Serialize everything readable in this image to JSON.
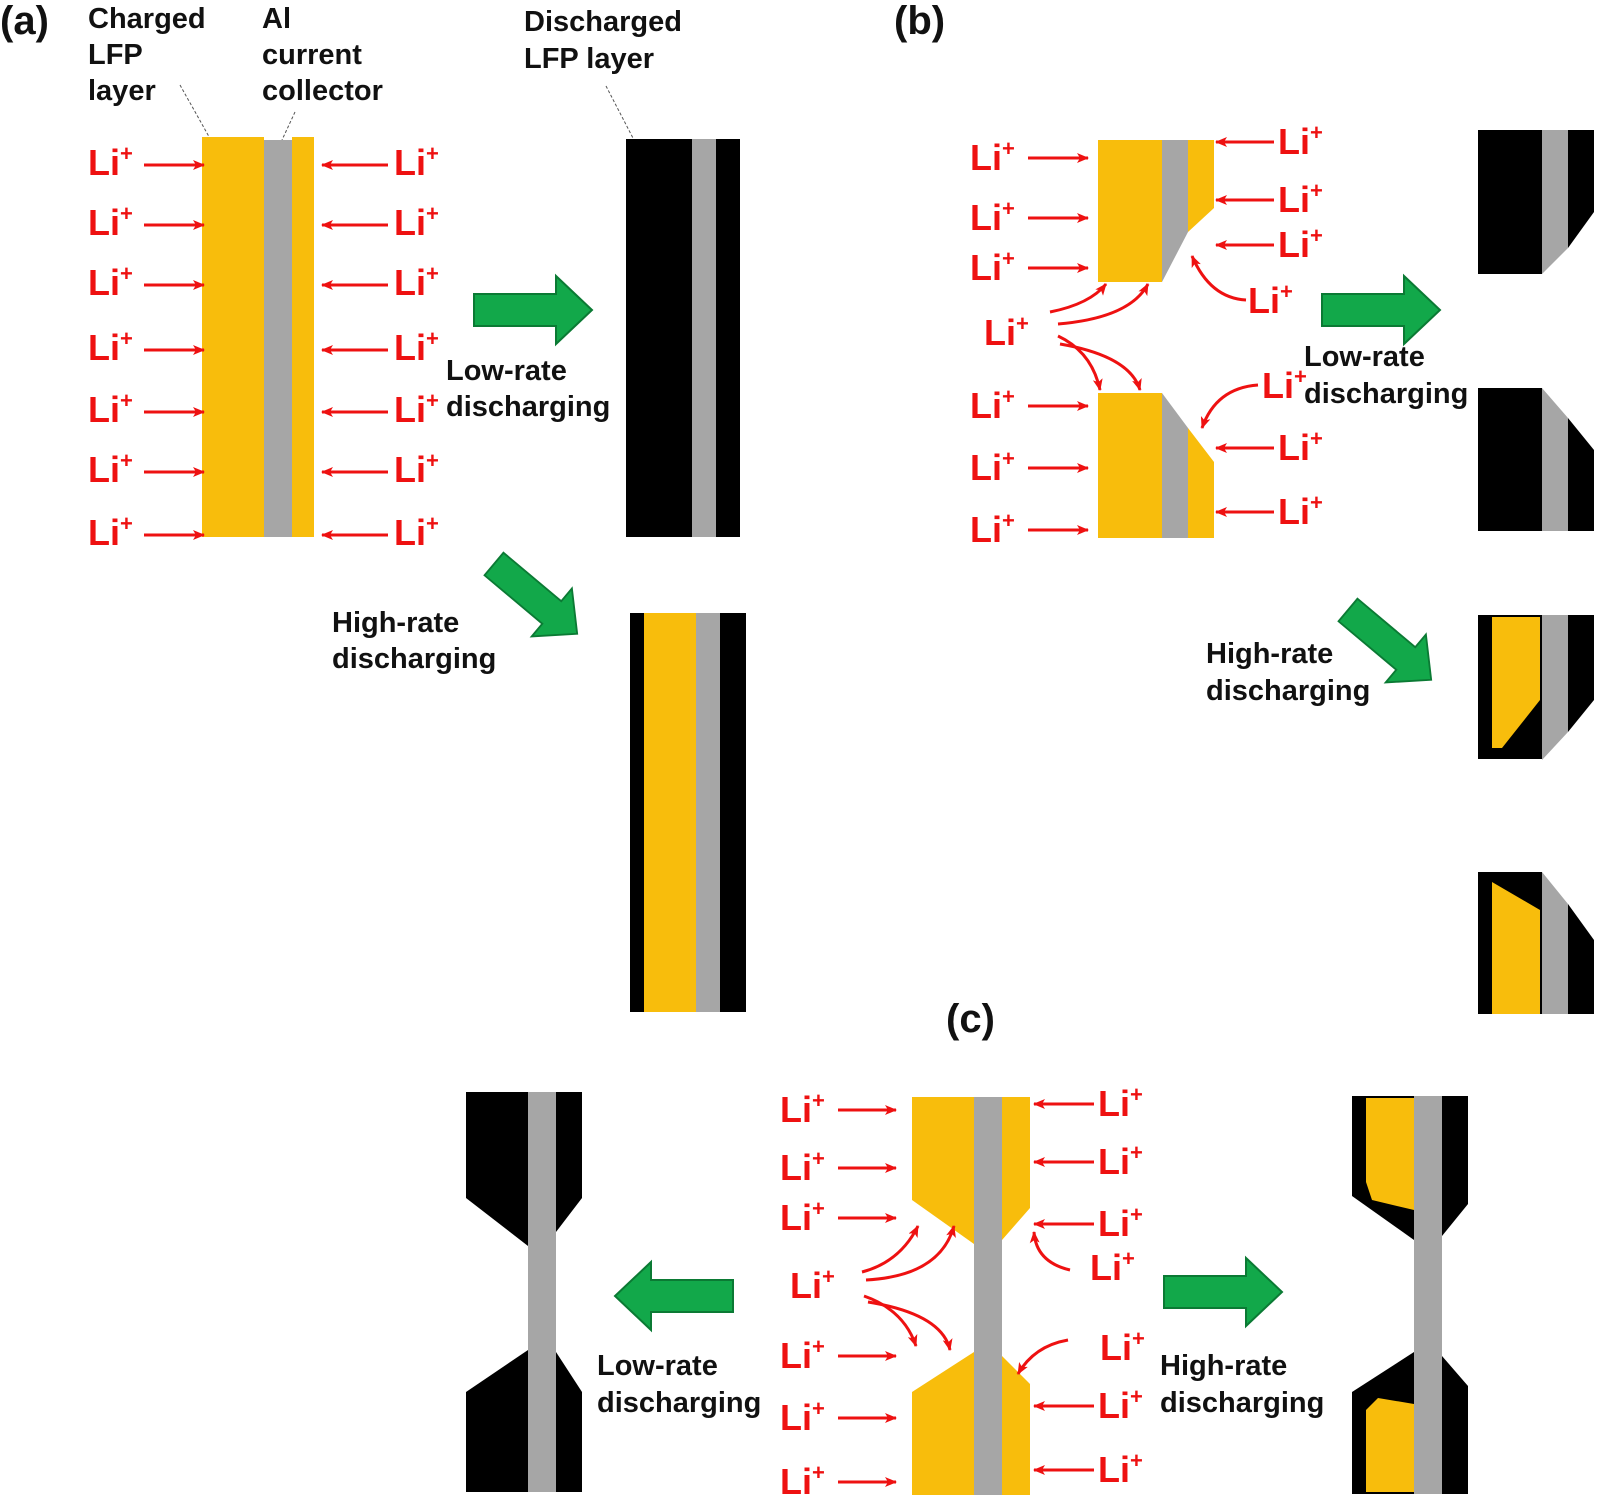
{
  "colors": {
    "lfp_charged": "#f8bd0c",
    "lfp_discharged": "#000000",
    "al_collector": "#a6a6a6",
    "li_ion": "#ee1111",
    "process_arrow": "#12a84a",
    "process_arrow_outline": "#0b7a34",
    "text": "#111111"
  },
  "icons": {
    "li_arrow": "red-straight-arrow-icon",
    "li_curved_arrow": "red-curved-arrow-icon",
    "process_arrow": "green-block-arrow-icon"
  },
  "panels": {
    "a": {
      "label": "(a)",
      "charged_label": [
        "Charged",
        "LFP",
        "layer"
      ],
      "collector_label": [
        "Al",
        "current",
        "collector"
      ],
      "discharged_label": [
        "Discharged",
        "LFP layer"
      ],
      "low_rate_label": [
        "Low-rate",
        "discharging"
      ],
      "high_rate_label": [
        "High-rate",
        "discharging"
      ]
    },
    "b": {
      "label": "(b)",
      "low_rate_label": [
        "Low-rate",
        "discharging"
      ],
      "high_rate_label": [
        "High-rate",
        "discharging"
      ]
    },
    "c": {
      "label": "(c)",
      "low_rate_label": [
        "Low-rate",
        "discharging"
      ],
      "high_rate_label": [
        "High-rate",
        "discharging"
      ]
    }
  },
  "ion": {
    "symbol": "Li",
    "charge": "+"
  }
}
